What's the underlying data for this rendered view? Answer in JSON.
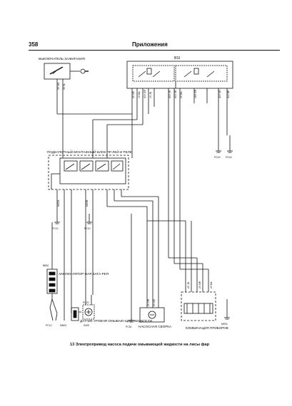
{
  "header": {
    "page_number": "358",
    "section_title": "Приложения"
  },
  "caption": "13 Электропривод насоса подачи омывающей жидкости на лисы фар",
  "components": {
    "ignition_switch": "ВЫКЛЮЧАТЕЛЬ ЗАЖИГАНИЯ",
    "bsi": "BSI",
    "relay_box": "ПОДКАПОТНЫЙ МОНТАЖНЫЙ БЛОК ПР-ЛЕЙ И РЕЛЕ",
    "battery": "АККУМУ-ЛЯТОР-НАЯ БАТА-РЕЯ",
    "fluid_sensor": "ДАТЧИК УРОВНЯ ОМЫВАЮ-ЩЕЙ ЖИДКОСТИ",
    "pump_assembly": "НАСОСНАЯ СБОРКА",
    "instrument_cluster": "КОМБИНАЦИЯ ПРИБОРОВ"
  },
  "connector_labels": {
    "pc15": "PC15",
    "pc16": "PC16",
    "pc10_a": "PC10",
    "pc10_b": "PC10",
    "pc13": "PC13",
    "mm01": "MM01",
    "s405": "S405",
    "pc51": "PC51",
    "me51": "ME51",
    "bb00": "BB00",
    "pc20": "PC20"
  }
}
